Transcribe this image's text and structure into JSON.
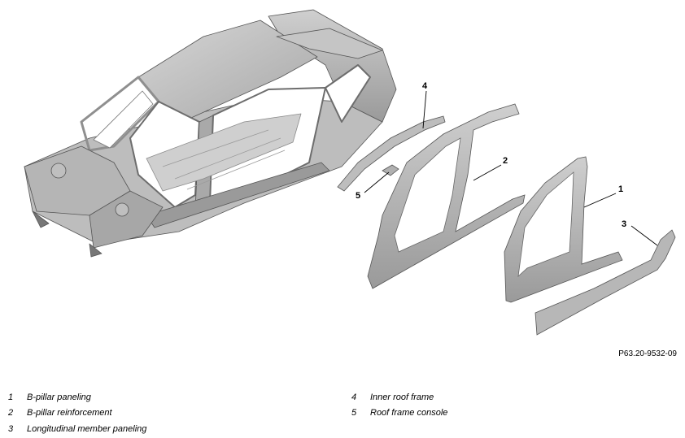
{
  "figure": {
    "callouts": [
      "1",
      "2",
      "3",
      "4",
      "5"
    ],
    "reference": "P63.20-9532-09"
  },
  "legend": [
    {
      "num": "1",
      "text": "B-pillar paneling"
    },
    {
      "num": "2",
      "text": "B-pillar reinforcement"
    },
    {
      "num": "3",
      "text": "Longitudinal member paneling"
    },
    {
      "num": "4",
      "text": "Inner roof frame"
    },
    {
      "num": "5",
      "text": "Roof frame console"
    }
  ],
  "colors": {
    "metal_fill": "#c9c9c9",
    "metal_dark": "#8a8a8a",
    "outline": "#555555"
  }
}
